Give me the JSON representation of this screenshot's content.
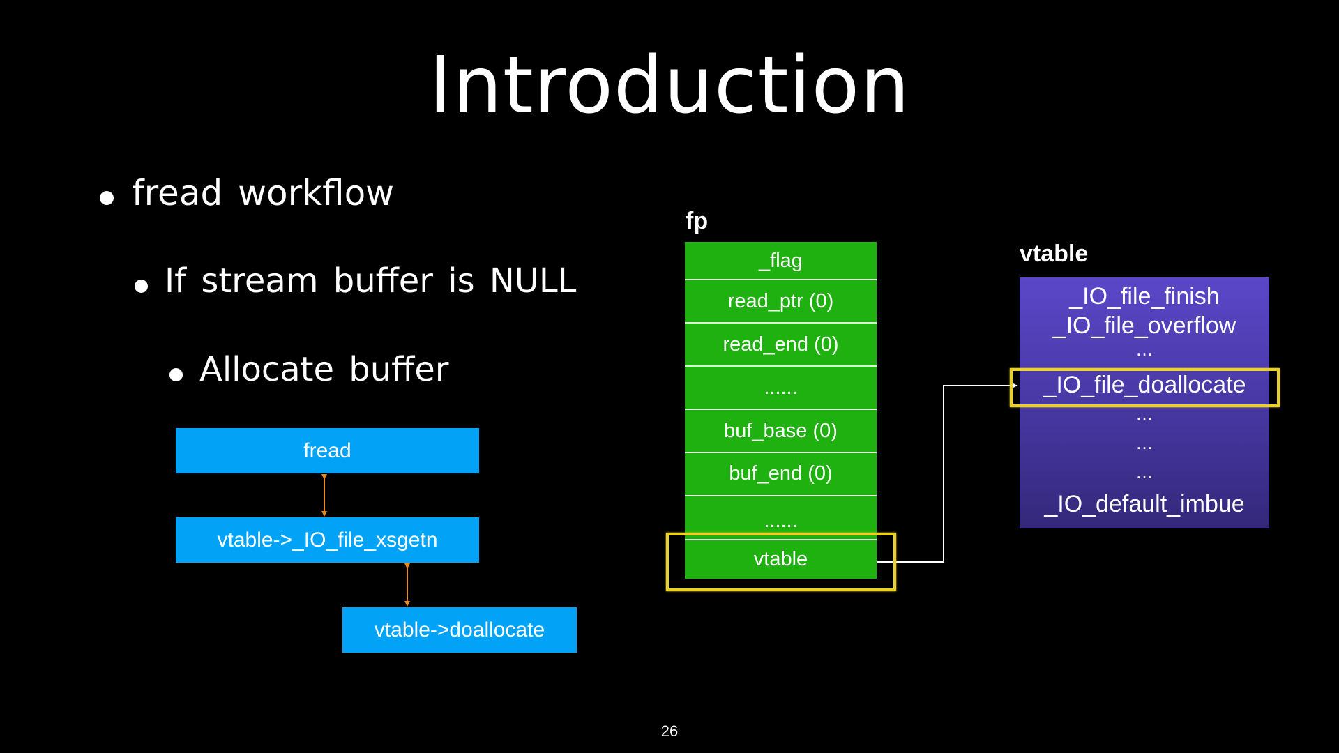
{
  "slide": {
    "title": "Introduction",
    "page_number": "26"
  },
  "bullets": {
    "level1": "fread workflow",
    "level2": "If stream buffer is NULL",
    "level3": "Allocate buffer"
  },
  "flow": {
    "box1": "fread",
    "box2": "vtable->_IO_file_xsgetn",
    "box3": "vtable->doallocate"
  },
  "fp": {
    "label": "fp",
    "fields": [
      "_flag",
      "read_ptr (0)",
      "read_end (0)",
      "......",
      "buf_base (0)",
      "buf_end (0)",
      "......",
      "vtable"
    ]
  },
  "vtable": {
    "label": "vtable",
    "entries": [
      "_IO_file_finish",
      "_IO_file_overflow",
      "…",
      "_IO_file_doallocate",
      "…",
      "…",
      "…",
      "_IO_default_imbue"
    ]
  },
  "colors": {
    "background": "#000000",
    "flow_box": "#02a2f7",
    "fp_green": "#1eb10f",
    "vtable_purple": "#4a3aa8",
    "highlight_yellow": "#e9d02a",
    "arrow_orange": "#e88a1c"
  }
}
